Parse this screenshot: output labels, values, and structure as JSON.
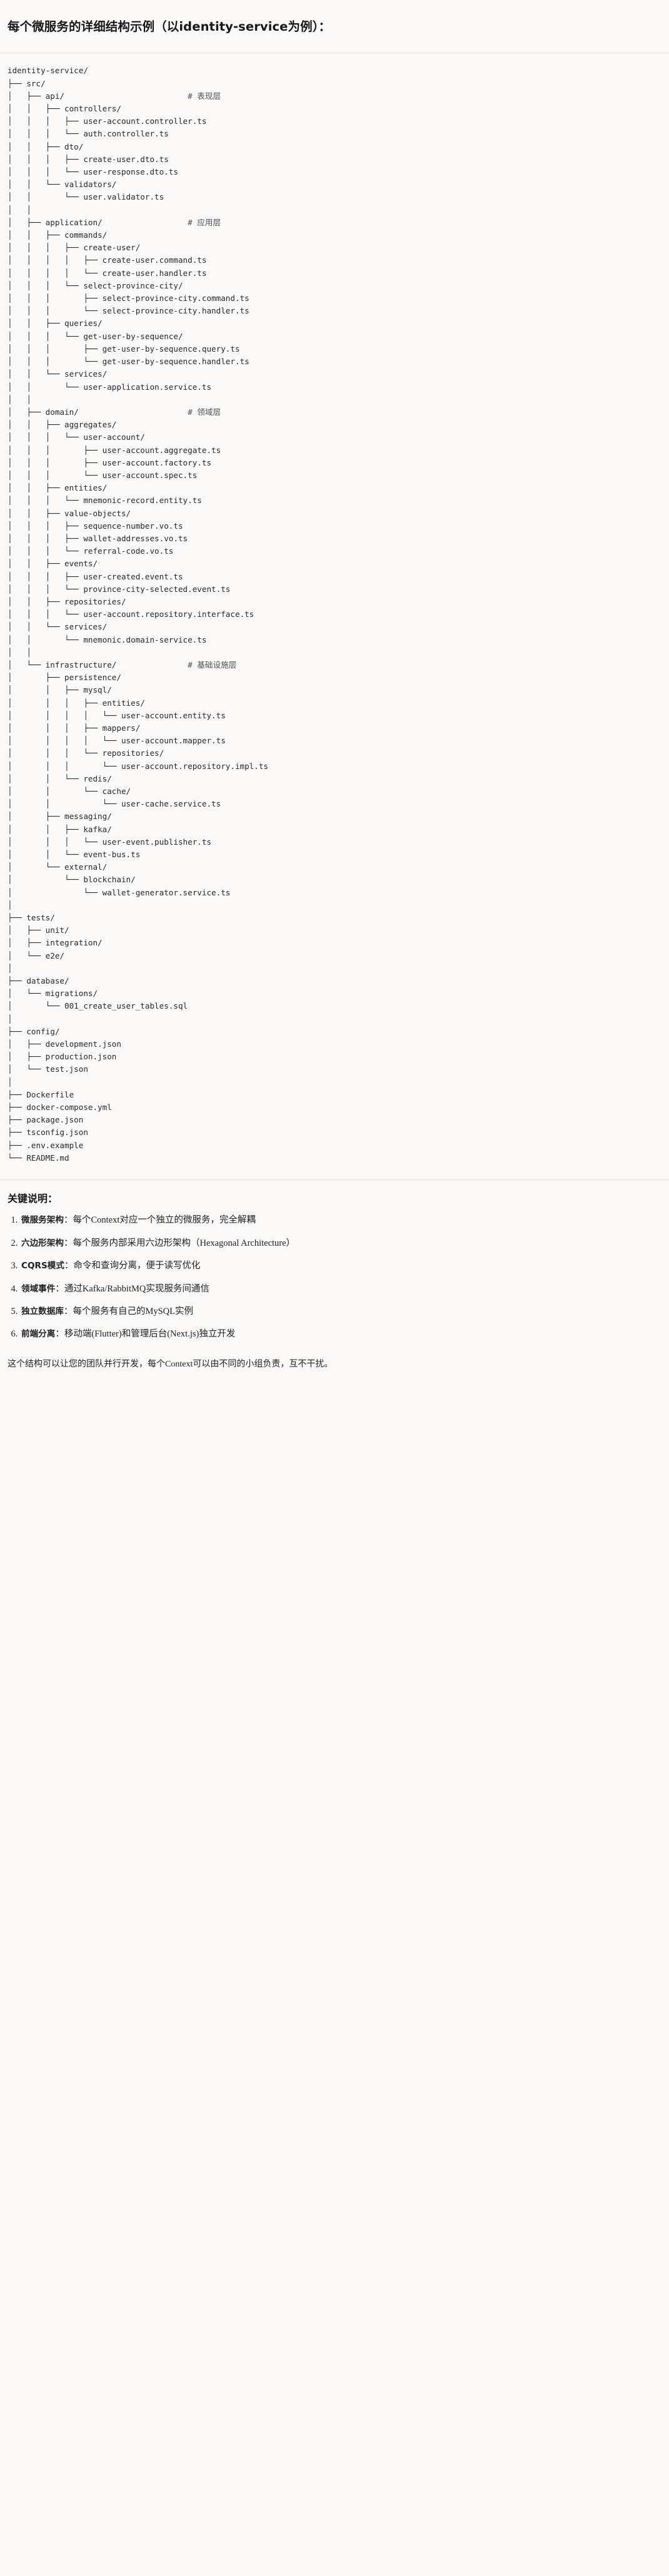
{
  "header": {
    "title_prefix": "每个微服务的详细结构示例",
    "title_paren": "（以identity-service为例）",
    "title_colon": "：",
    "title_full": "每个微服务的详细结构示例（以identity-service为例）："
  },
  "tree": {
    "root": "identity-service/",
    "lines": [
      "identity-service/",
      "├── src/",
      "│   ├── api/                          # 表现层",
      "│   │   ├── controllers/",
      "│   │   │   ├── user-account.controller.ts",
      "│   │   │   └── auth.controller.ts",
      "│   │   ├── dto/",
      "│   │   │   ├── create-user.dto.ts",
      "│   │   │   └── user-response.dto.ts",
      "│   │   └── validators/",
      "│   │       └── user.validator.ts",
      "│   │",
      "│   ├── application/                  # 应用层",
      "│   │   ├── commands/",
      "│   │   │   ├── create-user/",
      "│   │   │   │   ├── create-user.command.ts",
      "│   │   │   │   └── create-user.handler.ts",
      "│   │   │   └── select-province-city/",
      "│   │   │       ├── select-province-city.command.ts",
      "│   │   │       └── select-province-city.handler.ts",
      "│   │   ├── queries/",
      "│   │   │   └── get-user-by-sequence/",
      "│   │   │       ├── get-user-by-sequence.query.ts",
      "│   │   │       └── get-user-by-sequence.handler.ts",
      "│   │   └── services/",
      "│   │       └── user-application.service.ts",
      "│   │",
      "│   ├── domain/                       # 领域层",
      "│   │   ├── aggregates/",
      "│   │   │   └── user-account/",
      "│   │   │       ├── user-account.aggregate.ts",
      "│   │   │       ├── user-account.factory.ts",
      "│   │   │       └── user-account.spec.ts",
      "│   │   ├── entities/",
      "│   │   │   └── mnemonic-record.entity.ts",
      "│   │   ├── value-objects/",
      "│   │   │   ├── sequence-number.vo.ts",
      "│   │   │   ├── wallet-addresses.vo.ts",
      "│   │   │   └── referral-code.vo.ts",
      "│   │   ├── events/",
      "│   │   │   ├── user-created.event.ts",
      "│   │   │   └── province-city-selected.event.ts",
      "│   │   ├── repositories/",
      "│   │   │   └── user-account.repository.interface.ts",
      "│   │   └── services/",
      "│   │       └── mnemonic.domain-service.ts",
      "│   │",
      "│   └── infrastructure/               # 基础设施层",
      "│       ├── persistence/",
      "│       │   ├── mysql/",
      "│       │   │   ├── entities/",
      "│       │   │   │   └── user-account.entity.ts",
      "│       │   │   ├── mappers/",
      "│       │   │   │   └── user-account.mapper.ts",
      "│       │   │   └── repositories/",
      "│       │   │       └── user-account.repository.impl.ts",
      "│       │   └── redis/",
      "│       │       └── cache/",
      "│       │           └── user-cache.service.ts",
      "│       ├── messaging/",
      "│       │   ├── kafka/",
      "│       │   │   └── user-event.publisher.ts",
      "│       │   └── event-bus.ts",
      "│       └── external/",
      "│           └── blockchain/",
      "│               └── wallet-generator.service.ts",
      "│",
      "├── tests/",
      "│   ├── unit/",
      "│   ├── integration/",
      "│   └── e2e/",
      "│",
      "├── database/",
      "│   └── migrations/",
      "│       └── 001_create_user_tables.sql",
      "│",
      "├── config/",
      "│   ├── development.json",
      "│   ├── production.json",
      "│   └── test.json",
      "│",
      "├── Dockerfile",
      "├── docker-compose.yml",
      "├── package.json",
      "├── tsconfig.json",
      "├── .env.example",
      "└── README.md"
    ],
    "layer_comments": [
      "# 表现层",
      "# 应用层",
      "# 领域层",
      "# 基础设施层"
    ]
  },
  "notes": {
    "title": "关键说明：",
    "items": [
      {
        "term": "微服务架构",
        "sep": "：",
        "body": "每个Context对应一个独立的微服务，完全解耦"
      },
      {
        "term": "六边形架构",
        "sep": "：",
        "body": "每个服务内部采用六边形架构（Hexagonal Architecture）"
      },
      {
        "term": "CQRS模式",
        "sep": "：",
        "body": "命令和查询分离，便于读写优化"
      },
      {
        "term": "领域事件",
        "sep": "：",
        "body": "通过Kafka/RabbitMQ实现服务间通信"
      },
      {
        "term": "独立数据库",
        "sep": "：",
        "body": "每个服务有自己的MySQL实例"
      },
      {
        "term": "前端分离",
        "sep": "：",
        "body": "移动端(Flutter)和管理后台(Next.js)独立开发"
      }
    ],
    "closing": "这个结构可以让您的团队并行开发，每个Context可以由不同的小组负责，互不干扰。"
  },
  "colors": {
    "background": "#faf9f7",
    "text": "#1f1f1f",
    "code_text": "#24292f",
    "comment_text": "#4b5057",
    "rule": "#e6e4e0"
  }
}
